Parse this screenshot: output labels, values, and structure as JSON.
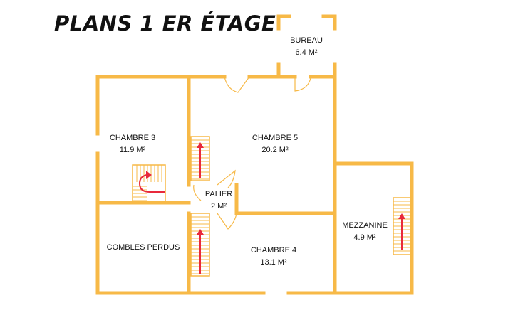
{
  "title": "PLANS 1 ER ÉTAGE",
  "colors": {
    "wall": "#F7B947",
    "stairs": "#F7B947",
    "arrow": "#E8293B",
    "door": "#F7B947",
    "text": "#111111"
  },
  "rooms": {
    "bureau": {
      "name": "BUREAU",
      "area": "6.4 M²"
    },
    "chambre3": {
      "name": "CHAMBRE 3",
      "area": "11.9 M²"
    },
    "chambre5": {
      "name": "CHAMBRE 5",
      "area": "20.2 M²"
    },
    "palier": {
      "name": "PALIER",
      "area": "2 M²"
    },
    "mezzanine": {
      "name": "MEZZANINE",
      "area": "4.9 M²"
    },
    "combles": {
      "name": "COMBLES PERDUS"
    },
    "chambre4": {
      "name": "CHAMBRE 4",
      "area": "13.1 M²"
    }
  }
}
